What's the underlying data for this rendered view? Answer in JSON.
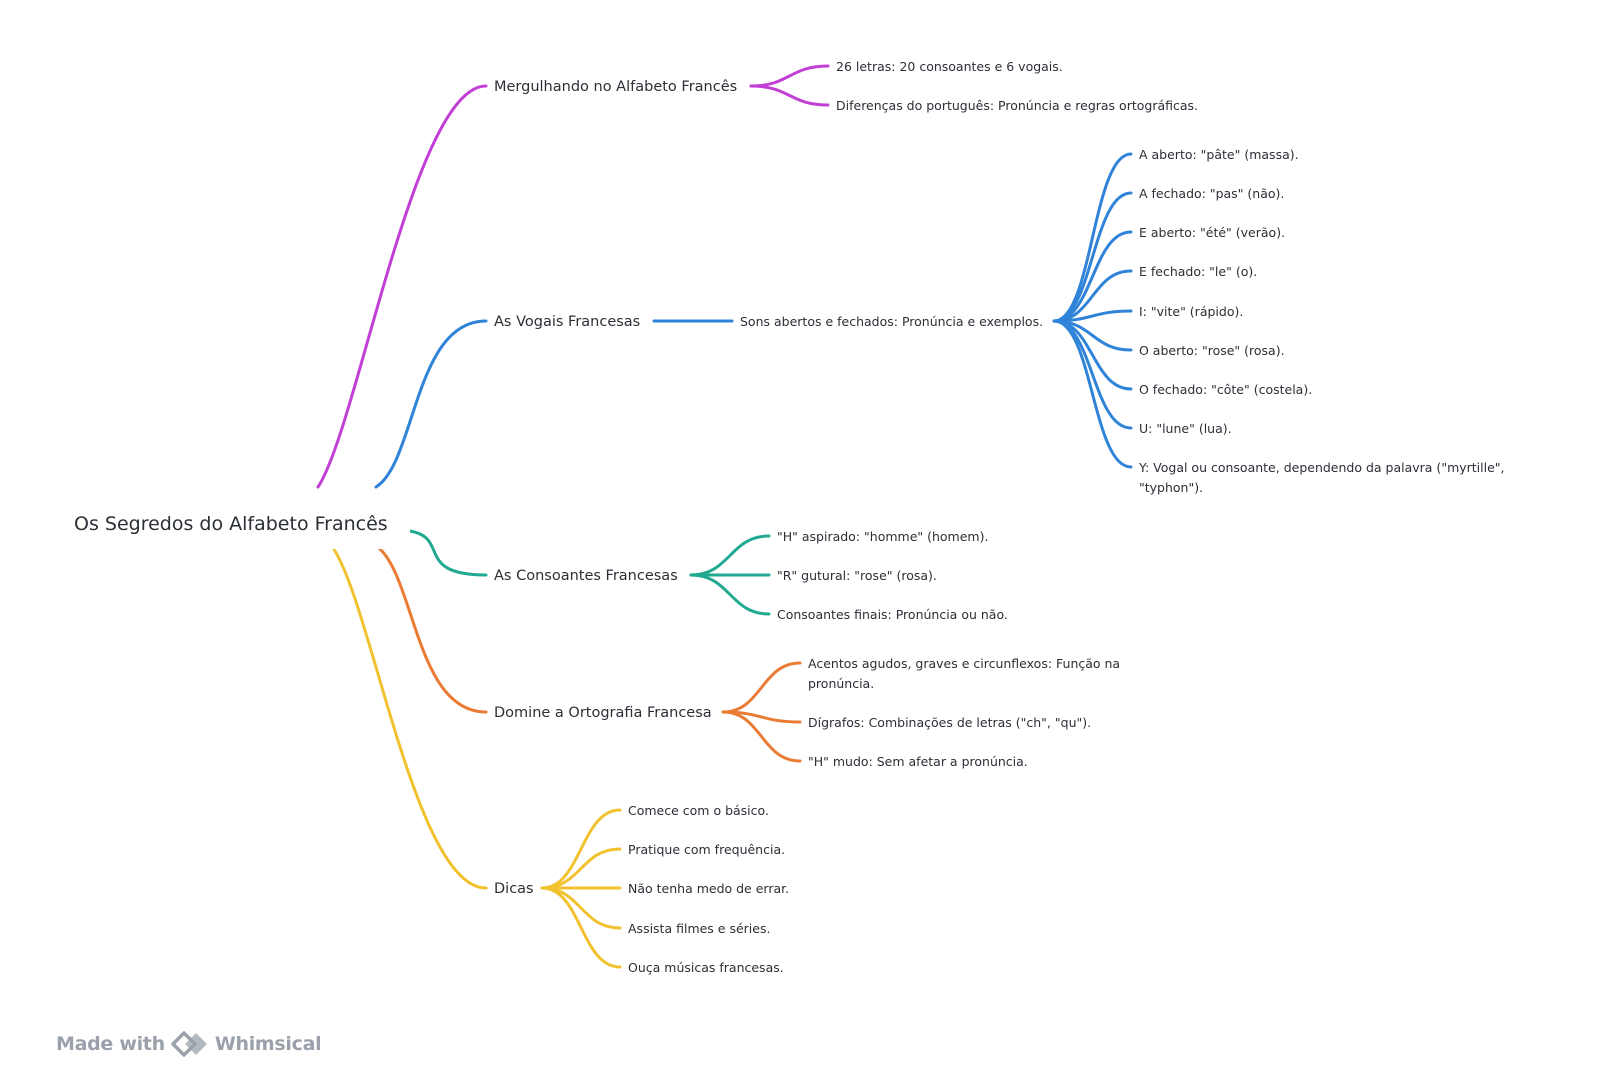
{
  "root": {
    "label": "Os Segredos do Alfabeto Francês"
  },
  "colors": {
    "purple": "#c23fd6",
    "blue": "#2f83d8",
    "teal": "#21a991",
    "orange": "#ea7b35",
    "yellow": "#f2c12e"
  },
  "branches": [
    {
      "label": "Mergulhando no Alfabeto Francês",
      "color": "#c23fd6",
      "leaves": [
        [
          "26 letras: 20 consoantes e 6 vogais."
        ],
        [
          "Diferenças do português: Pronúncia e regras ortográficas."
        ]
      ]
    },
    {
      "label": "As Vogais Francesas",
      "color": "#2f83d8",
      "middle": "Sons abertos e fechados: Pronúncia e exemplos.",
      "leaves": [
        [
          "A aberto: \"pâte\" (massa)."
        ],
        [
          "A fechado: \"pas\" (não)."
        ],
        [
          "E aberto: \"été\" (verão)."
        ],
        [
          "E fechado: \"le\" (o)."
        ],
        [
          "I: \"vite\" (rápido)."
        ],
        [
          "O aberto: \"rose\" (rosa)."
        ],
        [
          "O fechado: \"côte\" (costela)."
        ],
        [
          "U: \"lune\" (lua)."
        ],
        [
          "Y: Vogal ou consoante, dependendo da palavra (\"myrtille\",",
          "\"typhon\")."
        ]
      ]
    },
    {
      "label": "As Consoantes Francesas",
      "color": "#21a991",
      "leaves": [
        [
          "\"H\" aspirado: \"homme\" (homem)."
        ],
        [
          "\"R\" gutural: \"rose\" (rosa)."
        ],
        [
          "Consoantes finais: Pronúncia ou não."
        ]
      ]
    },
    {
      "label": "Domine a Ortografia Francesa",
      "color": "#ea7b35",
      "leaves": [
        [
          "Acentos agudos, graves e circunflexos: Função na",
          "pronúncia."
        ],
        [
          "Dígrafos: Combinações de letras (\"ch\", \"qu\")."
        ],
        [
          "\"H\" mudo: Sem afetar a pronúncia."
        ]
      ]
    },
    {
      "label": "Dicas",
      "color": "#f2c12e",
      "leaves": [
        [
          "Comece com o básico."
        ],
        [
          "Pratique com frequência."
        ],
        [
          "Não tenha medo de errar."
        ],
        [
          "Assista filmes e séries."
        ],
        [
          "Ouça músicas francesas."
        ]
      ]
    }
  ],
  "watermark": {
    "made_with": "Made with",
    "brand": "Whimsical"
  }
}
